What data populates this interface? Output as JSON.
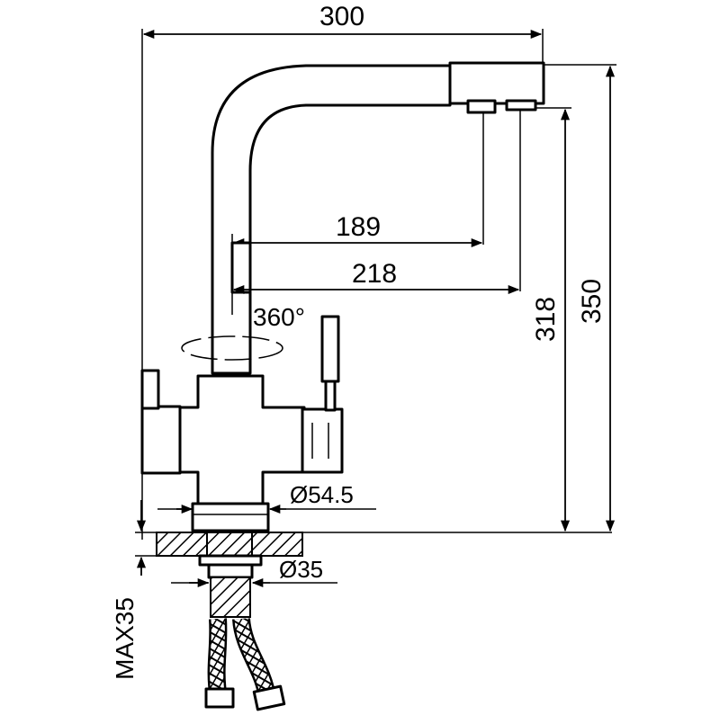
{
  "dimensions": {
    "total_width": "300",
    "total_height": "350",
    "spout_height": "318",
    "reach_outlet_1": "189",
    "reach_outlet_2": "218",
    "rotation": "360°",
    "body_diameter": "Ø54.5",
    "shank_diameter": "Ø35",
    "max_counter_thickness": "MAX35"
  }
}
